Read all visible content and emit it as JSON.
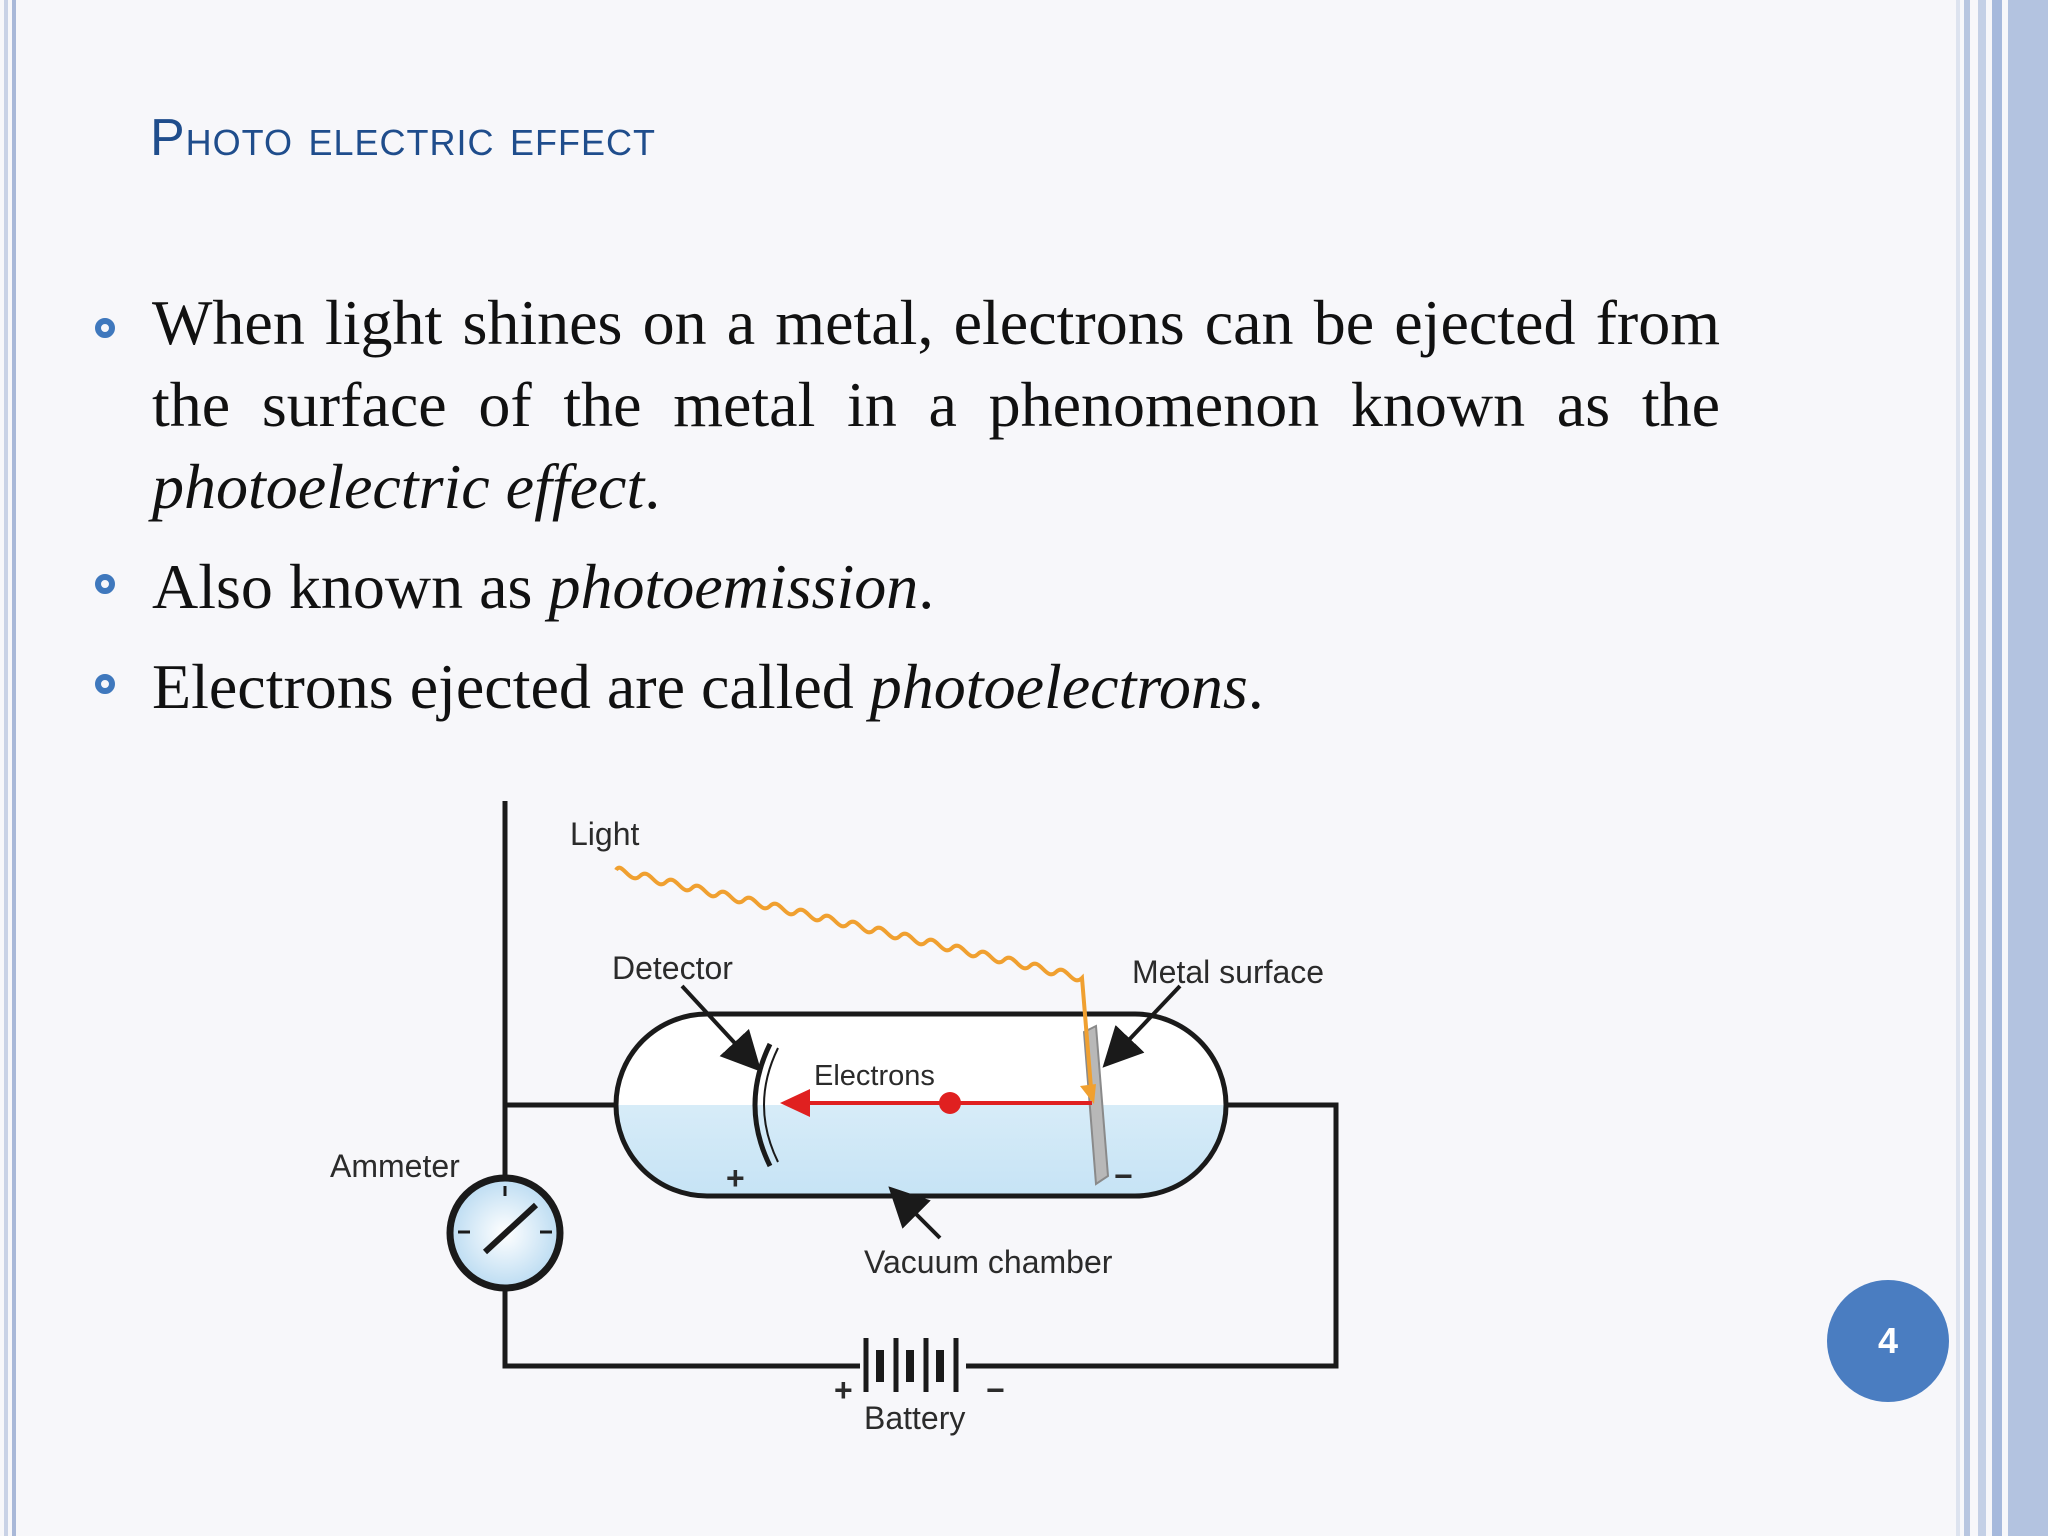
{
  "slide": {
    "title": "Photo electric effect",
    "bullets": [
      {
        "text_before": "When light shines on a metal, electrons can be ejected from the surface of the metal in a phenomenon known as the ",
        "emphasis": "photoelectric effect",
        "text_after": "."
      },
      {
        "text_before": "Also known as ",
        "emphasis": "photoemission",
        "text_after": "."
      },
      {
        "text_before": "Electrons ejected are called ",
        "emphasis": "photoelectrons",
        "text_after": "."
      }
    ],
    "page_number": "4"
  },
  "diagram": {
    "labels": {
      "light": "Light",
      "detector": "Detector",
      "metal_surface": "Metal surface",
      "electrons": "Electrons",
      "ammeter": "Ammeter",
      "vacuum_chamber": "Vacuum chamber",
      "battery": "Battery",
      "plus": "+",
      "minus": "−"
    },
    "colors": {
      "light_wave": "#f0a030",
      "electron": "#e02020",
      "chamber_fill": "#cfe8f7",
      "wire": "#1a1a1a"
    }
  },
  "theme": {
    "title_color": "#1f4d8c",
    "bullet_color": "#3f78bd",
    "page_badge_color": "#4a7dc1"
  }
}
